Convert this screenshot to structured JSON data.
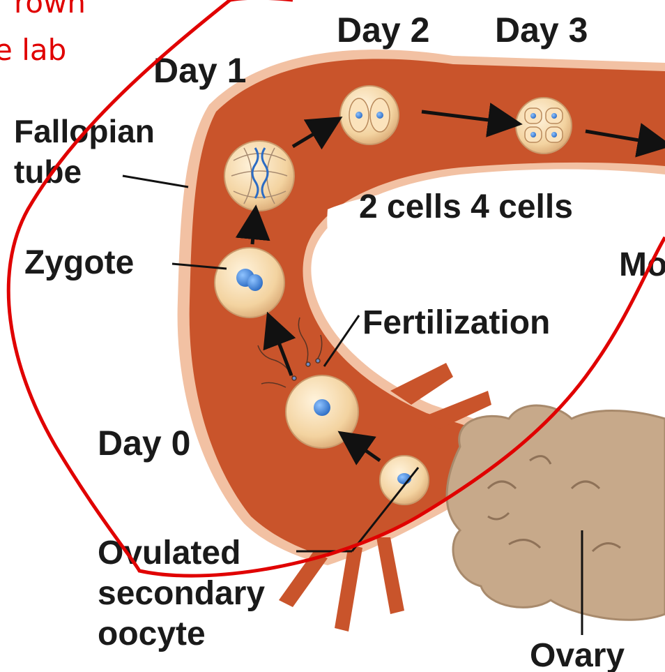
{
  "annotation": {
    "line1": "rown",
    "line2": "e lab",
    "color": "#e00000"
  },
  "labels": {
    "day0": "Day 0",
    "day1": "Day 1",
    "day2": "Day 2",
    "day3": "Day 3",
    "fallopian_line1": "Fallopian",
    "fallopian_line2": "tube",
    "zygote": "Zygote",
    "fertilization": "Fertilization",
    "cells": "2 cells 4 cells",
    "morula_partial": "Mo",
    "oocyte_line1": "Ovulated",
    "oocyte_line2": "secondary",
    "oocyte_line3": "oocyte",
    "ovary": "Ovary"
  },
  "colors": {
    "tube": "#c9542b",
    "tube_edge": "#f0b898",
    "cell": "#f5d9a8",
    "nucleus": "#3a7fd6",
    "ovary": "#c7a98a",
    "text": "#1a1a1a"
  }
}
